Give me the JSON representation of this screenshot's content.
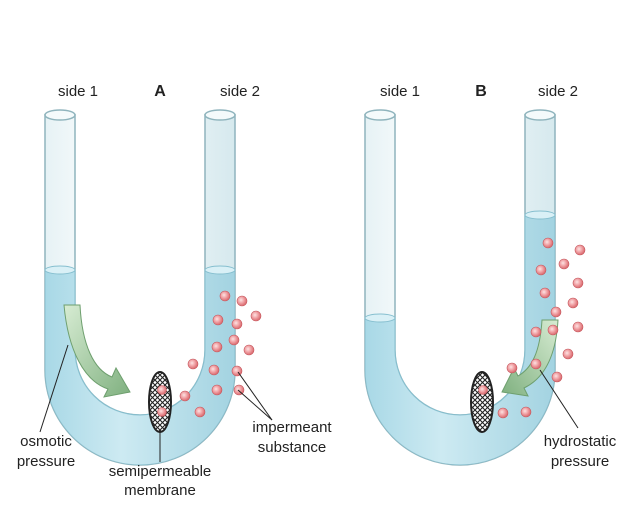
{
  "panel_a": {
    "letter": "A",
    "left_tube_label": "side 1",
    "right_tube_label": "side 2",
    "osmotic_label_line1": "osmotic",
    "osmotic_label_line2": "pressure",
    "membrane_label_line1": "semipermeable",
    "membrane_label_line2": "membrane",
    "impermeant_label_line1": "impermeant",
    "impermeant_label_line2": "substance"
  },
  "panel_b": {
    "letter": "B",
    "left_tube_label": "side 1",
    "right_tube_label": "side 2",
    "hydrostatic_label_line1": "hydrostatic",
    "hydrostatic_label_line2": "pressure"
  },
  "colors": {
    "water": "#bfe4ee",
    "glass_edge": "#8fb4bd",
    "particle": "#e9868a",
    "arrow": "#8ebf8e",
    "membrane": "#2a2a2a"
  }
}
